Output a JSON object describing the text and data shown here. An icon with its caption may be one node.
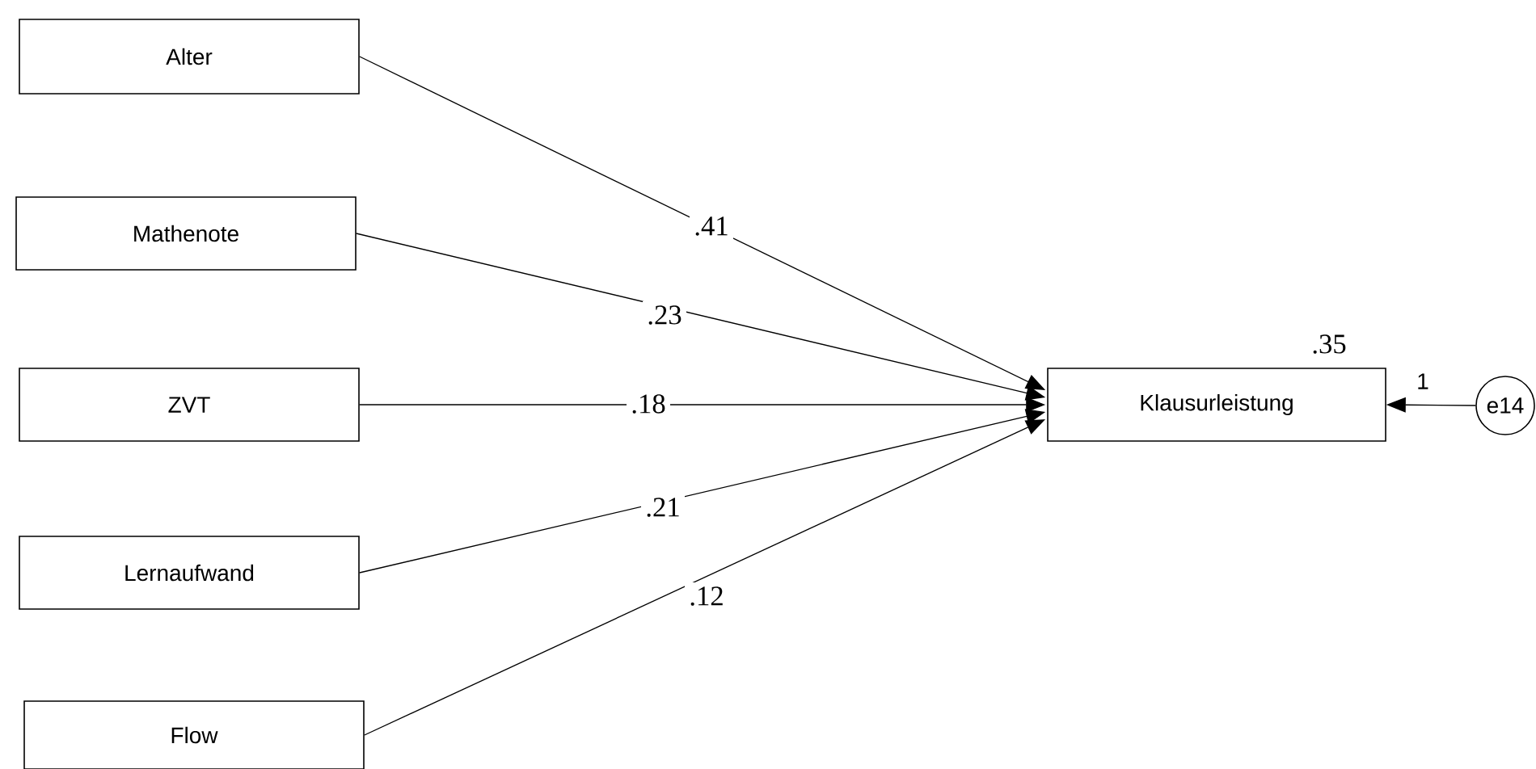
{
  "diagram": {
    "nodes": [
      {
        "text": [
          "Alter"
        ]
      },
      {
        "text": [
          "Mathenote"
        ]
      },
      {
        "text": [
          "ZVT"
        ]
      },
      {
        "text": [
          "Lernaufwand"
        ]
      },
      {
        "text": [
          "Flow"
        ]
      },
      {
        "text": [
          "Klausurleistung"
        ],
        "beside": [
          ".35"
        ]
      },
      {
        "text": [
          "e14"
        ]
      }
    ],
    "edges": [
      {
        "from": 0,
        "to": 5,
        "arrow": "to",
        "label": ".41"
      },
      {
        "from": 1,
        "to": 5,
        "arrow": "to",
        "label": ".23"
      },
      {
        "from": 2,
        "to": 5,
        "arrow": "to",
        "label": ".18"
      },
      {
        "from": 3,
        "to": 5,
        "arrow": "to",
        "label": ".21"
      },
      {
        "from": 4,
        "to": 5,
        "arrow": "to",
        "label": ".12"
      },
      {
        "from": 6,
        "to": 5,
        "arrow": "to",
        "label": "1"
      }
    ]
  }
}
